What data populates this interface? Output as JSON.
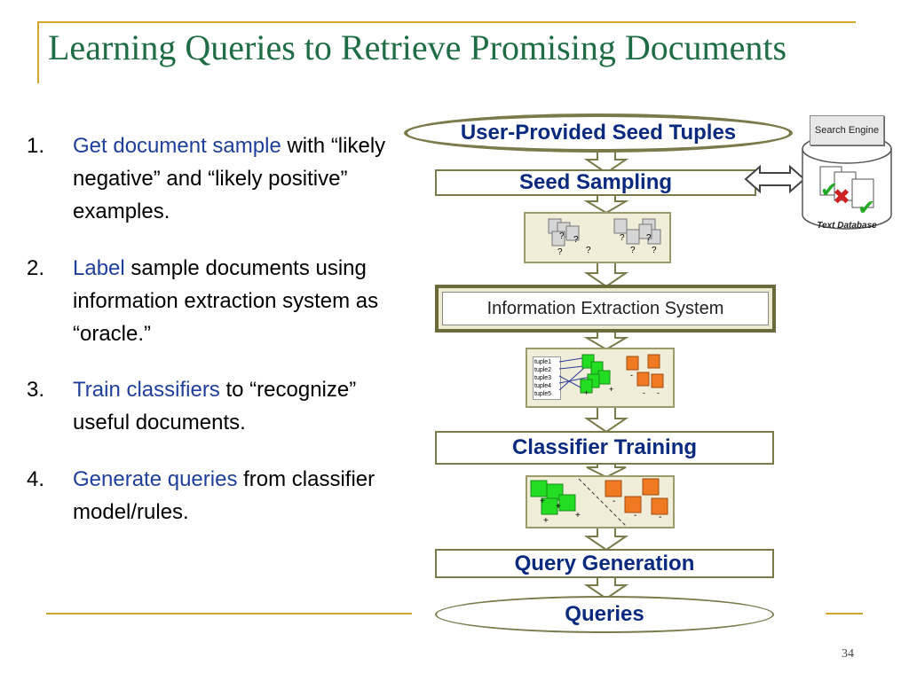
{
  "slide": {
    "title": "Learning Queries to Retrieve Promising Documents",
    "page_number": "34"
  },
  "steps": [
    {
      "num": "1.",
      "highlight": "Get document sample",
      "rest": " with “likely negative” and “likely positive” examples."
    },
    {
      "num": "2.",
      "highlight": "Label",
      "rest": " sample documents using information extraction system as “oracle.”"
    },
    {
      "num": "3.",
      "highlight": "Train classifiers",
      "rest": " to “recognize” useful documents."
    },
    {
      "num": "4.",
      "highlight": "Generate queries",
      "rest": " from classifier model/rules."
    }
  ],
  "flow": {
    "seed_tuples": "User-Provided Seed Tuples",
    "seed_sampling": "Seed Sampling",
    "ie_system": "Information Extraction System",
    "classifier_training": "Classifier Training",
    "query_generation": "Query Generation",
    "queries": "Queries"
  },
  "database": {
    "search_engine": "Search Engine",
    "text_database": "Text Database"
  },
  "sample_docs": {
    "question_mark": "?",
    "tuples": [
      "tuple1",
      "tuple2",
      "tuple3",
      "tuple4",
      "tuple5"
    ],
    "plus": "+",
    "minus": "-"
  },
  "colors": {
    "title": "#1f6d44",
    "accent_line": "#d4a62a",
    "highlight_text": "#1f3f9c",
    "flow_label": "#0a2a80",
    "positive_doc": "#22dd22",
    "negative_doc": "#f07a22",
    "arrow_fill": "#ffffff"
  }
}
